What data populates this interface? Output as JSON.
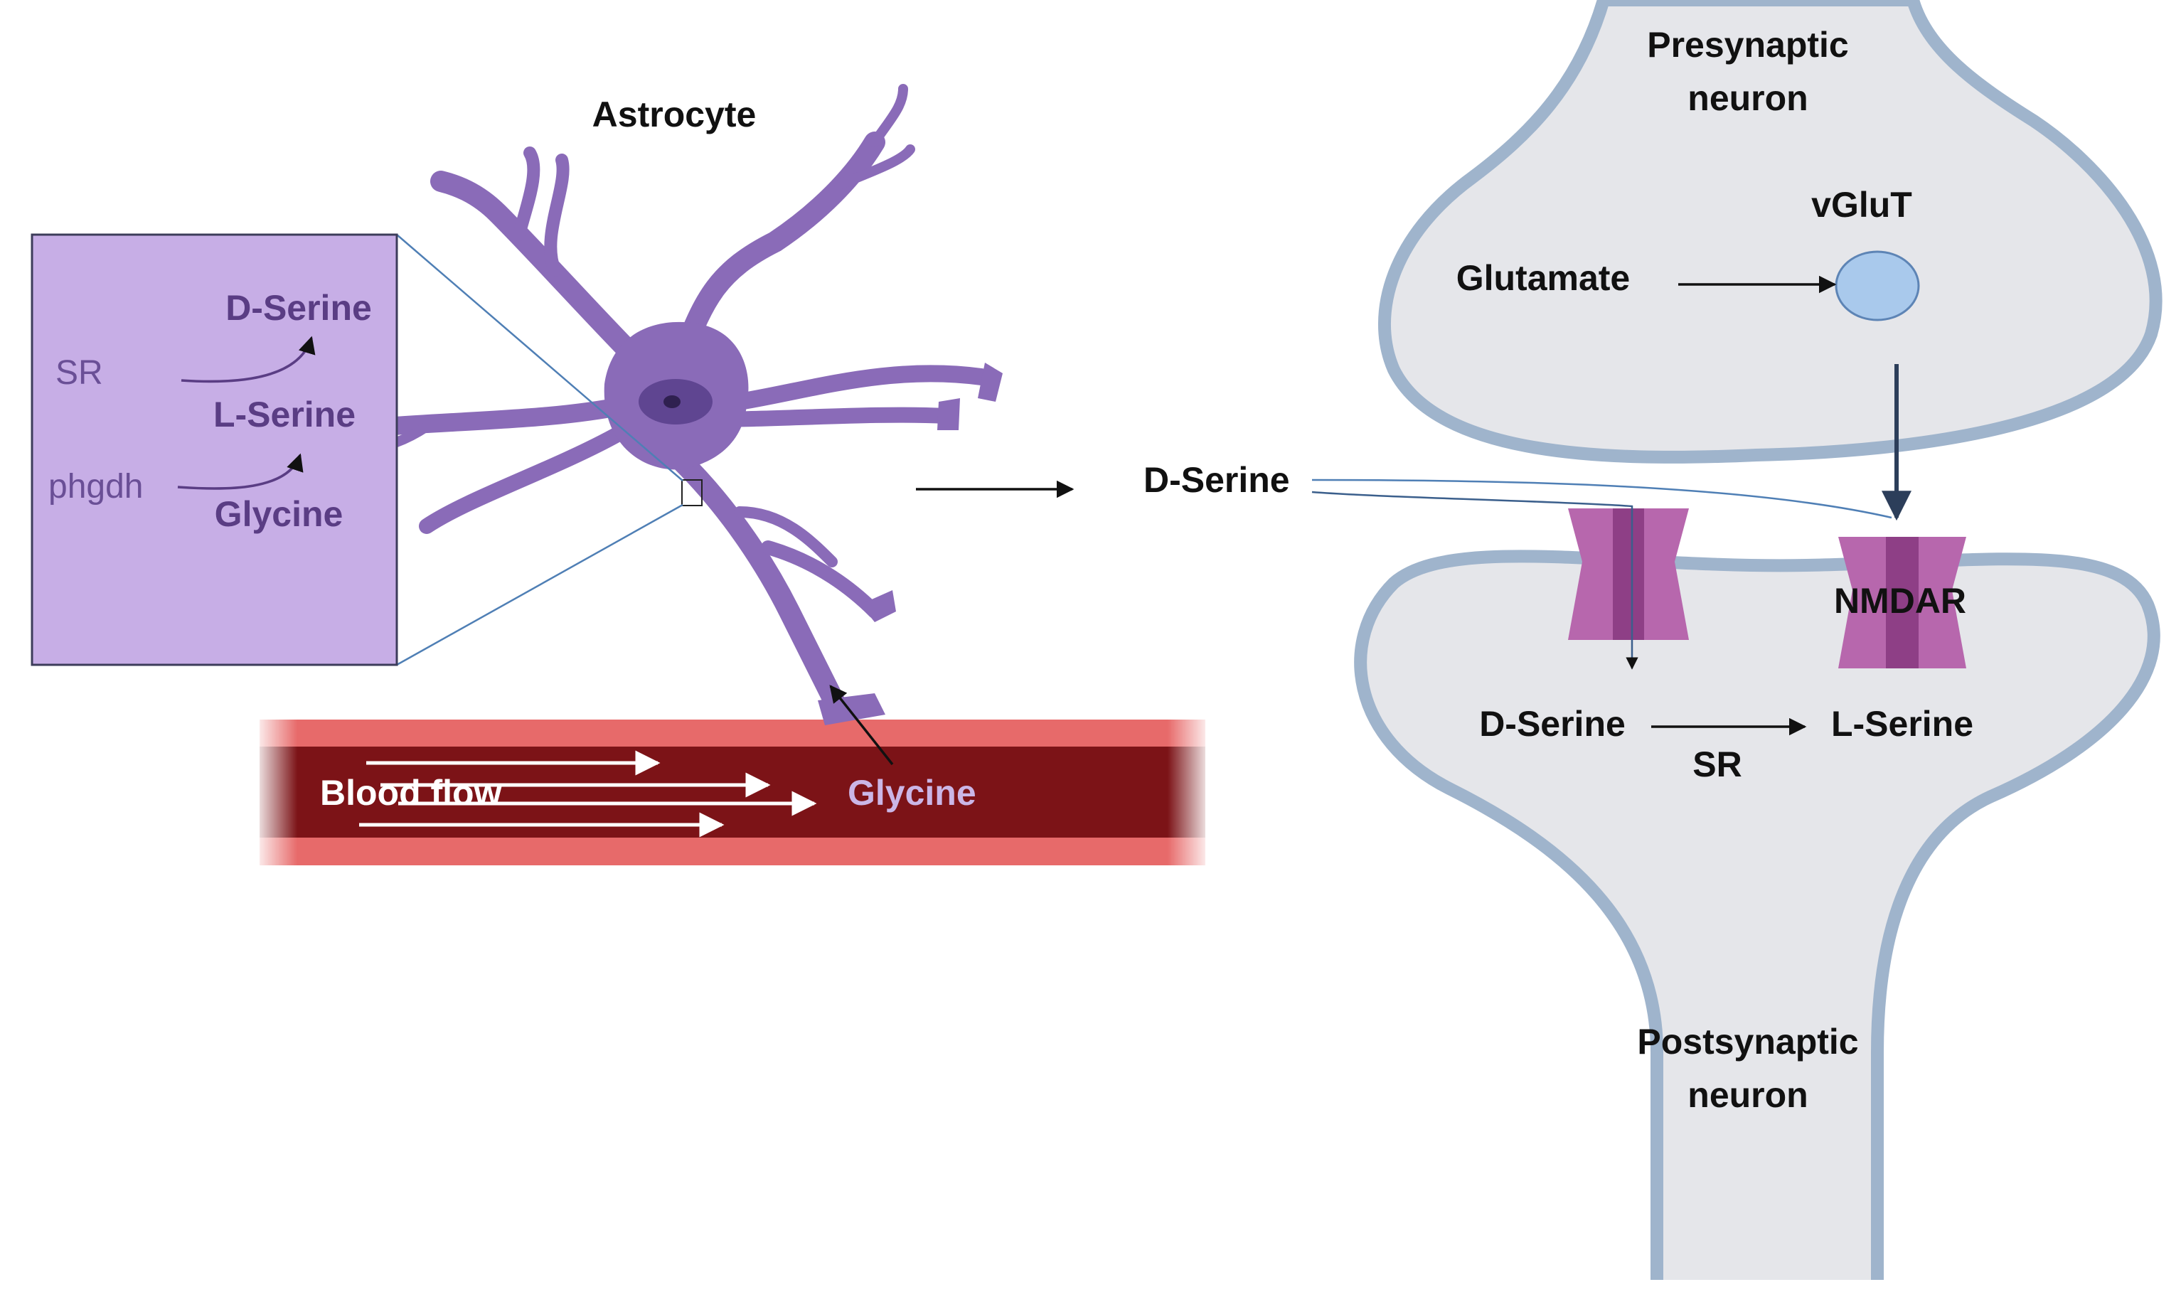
{
  "astrocyte": {
    "title": "Astrocyte"
  },
  "inset": {
    "product_top": "D-Serine",
    "enzyme_top": "SR",
    "middle": "L-Serine",
    "enzyme_bottom": "phgdh",
    "substrate_bottom": "Glycine"
  },
  "vessel": {
    "flow_label": "Blood flow",
    "molecule": "Glycine"
  },
  "synapse": {
    "released_molecule": "D-Serine",
    "presynaptic_line1": "Presynaptic",
    "presynaptic_line2": "neuron",
    "transporter": "vGluT",
    "neurotransmitter": "Glutamate",
    "receptor": "NMDAR",
    "post_substrate": "D-Serine",
    "post_product": "L-Serine",
    "post_enzyme": "SR",
    "postsynaptic_line1": "Postsynaptic",
    "postsynaptic_line2": "neuron"
  },
  "colors": {
    "astrocyte": "#8a6bb8",
    "inset_fill": "#c7aee6",
    "neuron_fill": "#e5e6ea",
    "neuron_membrane": "#9fb4cc",
    "vessel_outer": "#e76a6a",
    "vessel_inner": "#7c1317",
    "receptor": "#a2509b",
    "vesicle": "#a9c9ec"
  }
}
